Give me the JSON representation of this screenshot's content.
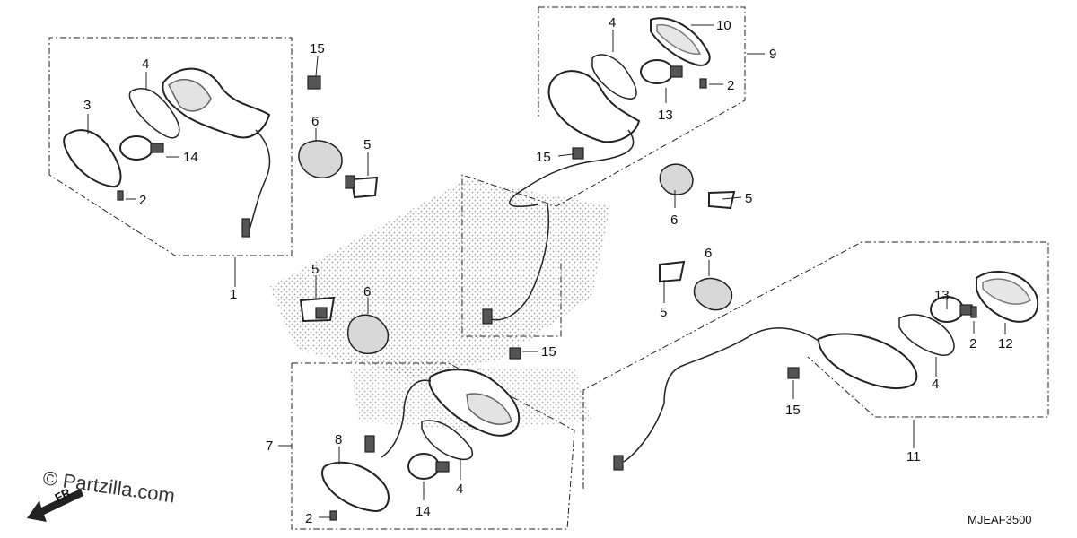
{
  "diagram": {
    "callouts": [
      {
        "id": "c1",
        "text": "1"
      },
      {
        "id": "c2a",
        "text": "2"
      },
      {
        "id": "c2b",
        "text": "2"
      },
      {
        "id": "c2c",
        "text": "2"
      },
      {
        "id": "c2d",
        "text": "2"
      },
      {
        "id": "c3",
        "text": "3"
      },
      {
        "id": "c4a",
        "text": "4"
      },
      {
        "id": "c4b",
        "text": "4"
      },
      {
        "id": "c4c",
        "text": "4"
      },
      {
        "id": "c4d",
        "text": "4"
      },
      {
        "id": "c5a",
        "text": "5"
      },
      {
        "id": "c5b",
        "text": "5"
      },
      {
        "id": "c5c",
        "text": "5"
      },
      {
        "id": "c5d",
        "text": "5"
      },
      {
        "id": "c6a",
        "text": "6"
      },
      {
        "id": "c6b",
        "text": "6"
      },
      {
        "id": "c6c",
        "text": "6"
      },
      {
        "id": "c6d",
        "text": "6"
      },
      {
        "id": "c7",
        "text": "7"
      },
      {
        "id": "c8",
        "text": "8"
      },
      {
        "id": "c9",
        "text": "9"
      },
      {
        "id": "c10",
        "text": "10"
      },
      {
        "id": "c11",
        "text": "11"
      },
      {
        "id": "c12",
        "text": "12"
      },
      {
        "id": "c13a",
        "text": "13"
      },
      {
        "id": "c13b",
        "text": "13"
      },
      {
        "id": "c14a",
        "text": "14"
      },
      {
        "id": "c14b",
        "text": "14"
      },
      {
        "id": "c15a",
        "text": "15"
      },
      {
        "id": "c15b",
        "text": "15"
      },
      {
        "id": "c15c",
        "text": "15"
      },
      {
        "id": "c15d",
        "text": "15"
      }
    ],
    "watermark": "© Partzilla.com",
    "front_marker": "FR.",
    "diagram_code": "MJEAF3500"
  }
}
